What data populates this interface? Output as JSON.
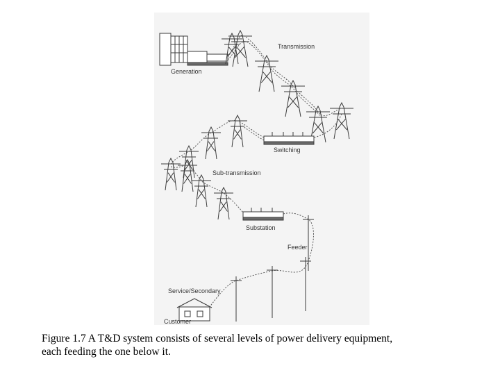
{
  "labels": {
    "generation": "Generation",
    "transmission": "Transmission",
    "switching": "Switching",
    "subtransmission": "Sub-transmission",
    "substation": "Substation",
    "feeder": "Feeder",
    "service": "Service/Secondary",
    "customer": "Customer"
  },
  "caption": {
    "line1": "Figure 1.7  A T&D system consists of several levels of power delivery equipment,",
    "line2": "each feeding the one below it."
  },
  "colors": {
    "ink": "#3a3a3a",
    "background": "#f4f4f4"
  }
}
